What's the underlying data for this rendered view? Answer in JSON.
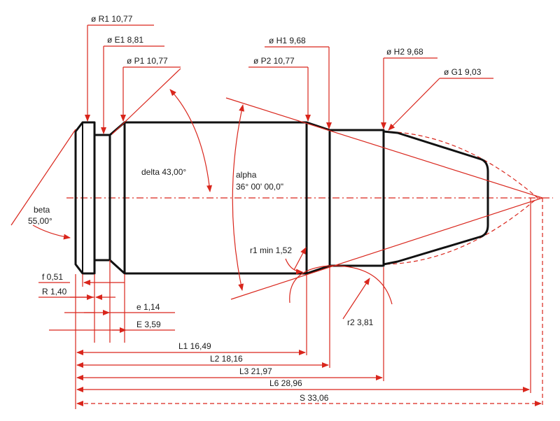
{
  "labels": {
    "r1": "ø R1  10,77",
    "e1": "ø E1  8,81",
    "p1": "ø P1  10,77",
    "h1": "ø H1  9,68",
    "p2": "ø P2  10,77",
    "h2": "ø H2  9,68",
    "g1": "ø G1  9,03",
    "delta": "delta  43,00°",
    "alpha_1": "alpha",
    "alpha_2": "36° 00' 00,0\"",
    "beta_1": "beta",
    "beta_2": "55,00°",
    "r1min": "r1 min  1,52",
    "r2": "r2  3,81",
    "f": "f  0,51",
    "R": "R  1,40",
    "e": "e  1,14",
    "E": "E  3,59",
    "L1": "L1  16,49",
    "L2": "L2  18,16",
    "L3": "L3  21,97",
    "L6": "L6  28,96",
    "S": "S  33,06"
  },
  "colors": {
    "dimension": "#d9261c",
    "outline": "#111111",
    "text": "#1a1a1a"
  }
}
